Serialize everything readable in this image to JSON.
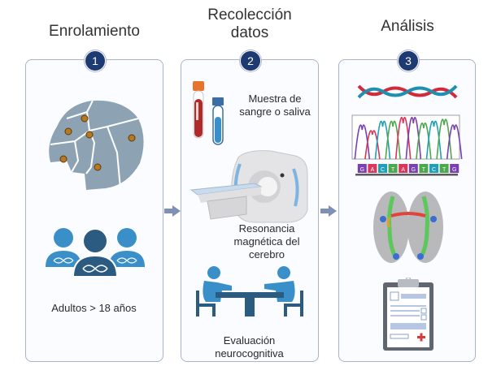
{
  "diagram": {
    "steps": [
      {
        "number": "1",
        "title": "Enrolamiento",
        "items": [
          {
            "icon": "map-icon",
            "label": ""
          },
          {
            "icon": "people-dna-icon",
            "label": "Adultos > 18 años"
          }
        ]
      },
      {
        "number": "2",
        "title_line1": "Recolección",
        "title_line2": "datos",
        "items": [
          {
            "icon": "sample-tubes-icon",
            "label_line1": "Muestra de",
            "label_line2": "sangre o saliva"
          },
          {
            "icon": "mri-scanner-icon",
            "label_line1": "Resonancia",
            "label_line2": "magnética del",
            "label_line3": "cerebro"
          },
          {
            "icon": "consultation-icon",
            "label_line1": "Evaluación",
            "label_line2": "neurocognitiva"
          }
        ]
      },
      {
        "number": "3",
        "title": "Análisis",
        "items": [
          {
            "icon": "dna-helix-icon"
          },
          {
            "icon": "sequencing-chromatogram-icon",
            "bases": [
              "G",
              "A",
              "C",
              "T",
              "A",
              "G",
              "T",
              "C",
              "T",
              "G"
            ]
          },
          {
            "icon": "brain-tractography-icon"
          },
          {
            "icon": "clinical-clipboard-icon"
          }
        ]
      }
    ],
    "colors": {
      "badge": "#1e3a72",
      "box_border": "#aab3cc",
      "arrow": "#7f8fb5",
      "icon_blue": "#3a8fc9",
      "icon_dark": "#2c5b82"
    }
  }
}
